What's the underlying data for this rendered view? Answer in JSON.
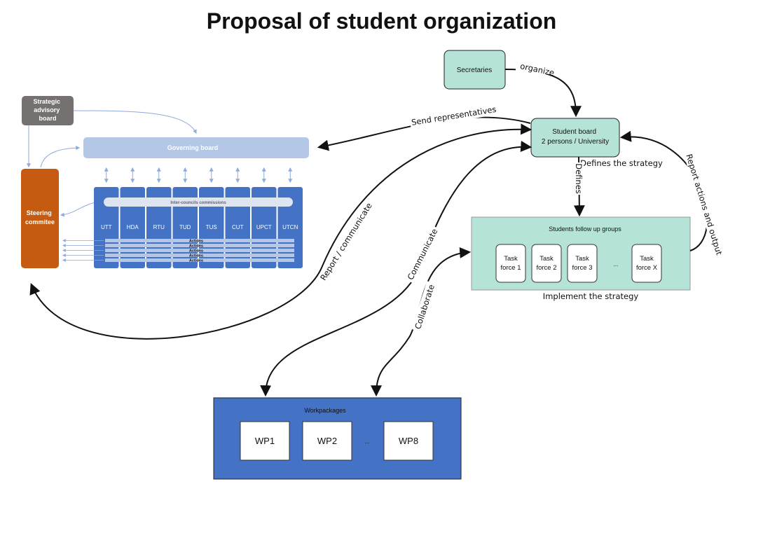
{
  "title": "Proposal of student organization",
  "colors": {
    "blue": "#4472c4",
    "light_blue": "#b4c7e7",
    "teal": "#b5e3d8",
    "orange": "#c55a11",
    "grey": "#767171",
    "arrow": "#111111",
    "thin_arrow": "#8faadc"
  },
  "strategic_board": "Strategic advisory board",
  "governing_board": "Governing board",
  "steering": "Steering commitee",
  "inter_councils": "Inter-councils commissions",
  "universities": [
    "UTT",
    "HDA",
    "RTU",
    "TUD",
    "TUS",
    "CUT",
    "UPCT",
    "UTCN"
  ],
  "actions": [
    "Actions",
    "Actions",
    "Actions",
    "Actions",
    "Actions"
  ],
  "secretaries": "Secretaries",
  "student_board": "Student board\n2 persons / University",
  "follow_up": {
    "title": "Students follow up groups",
    "task_forces": [
      "Task force 1",
      "Task force 2",
      "Task force 3",
      "Task force X"
    ],
    "ellipsis": "...",
    "caption": "Implement the strategy"
  },
  "workpackages": {
    "title": "Workpackages",
    "items": [
      "WP1",
      "WP2",
      "WP8"
    ],
    "ellipsis": "..."
  },
  "edge_labels": {
    "organize": "organize",
    "send_representatives": "Send representatives",
    "defines_the_strategy": "Defines the strategy",
    "defines": "Defines",
    "report_actions": "Report actions and output",
    "report_communicate": "Report / communicate",
    "communicate": "Communicate",
    "collaborate": "Collaborate"
  }
}
